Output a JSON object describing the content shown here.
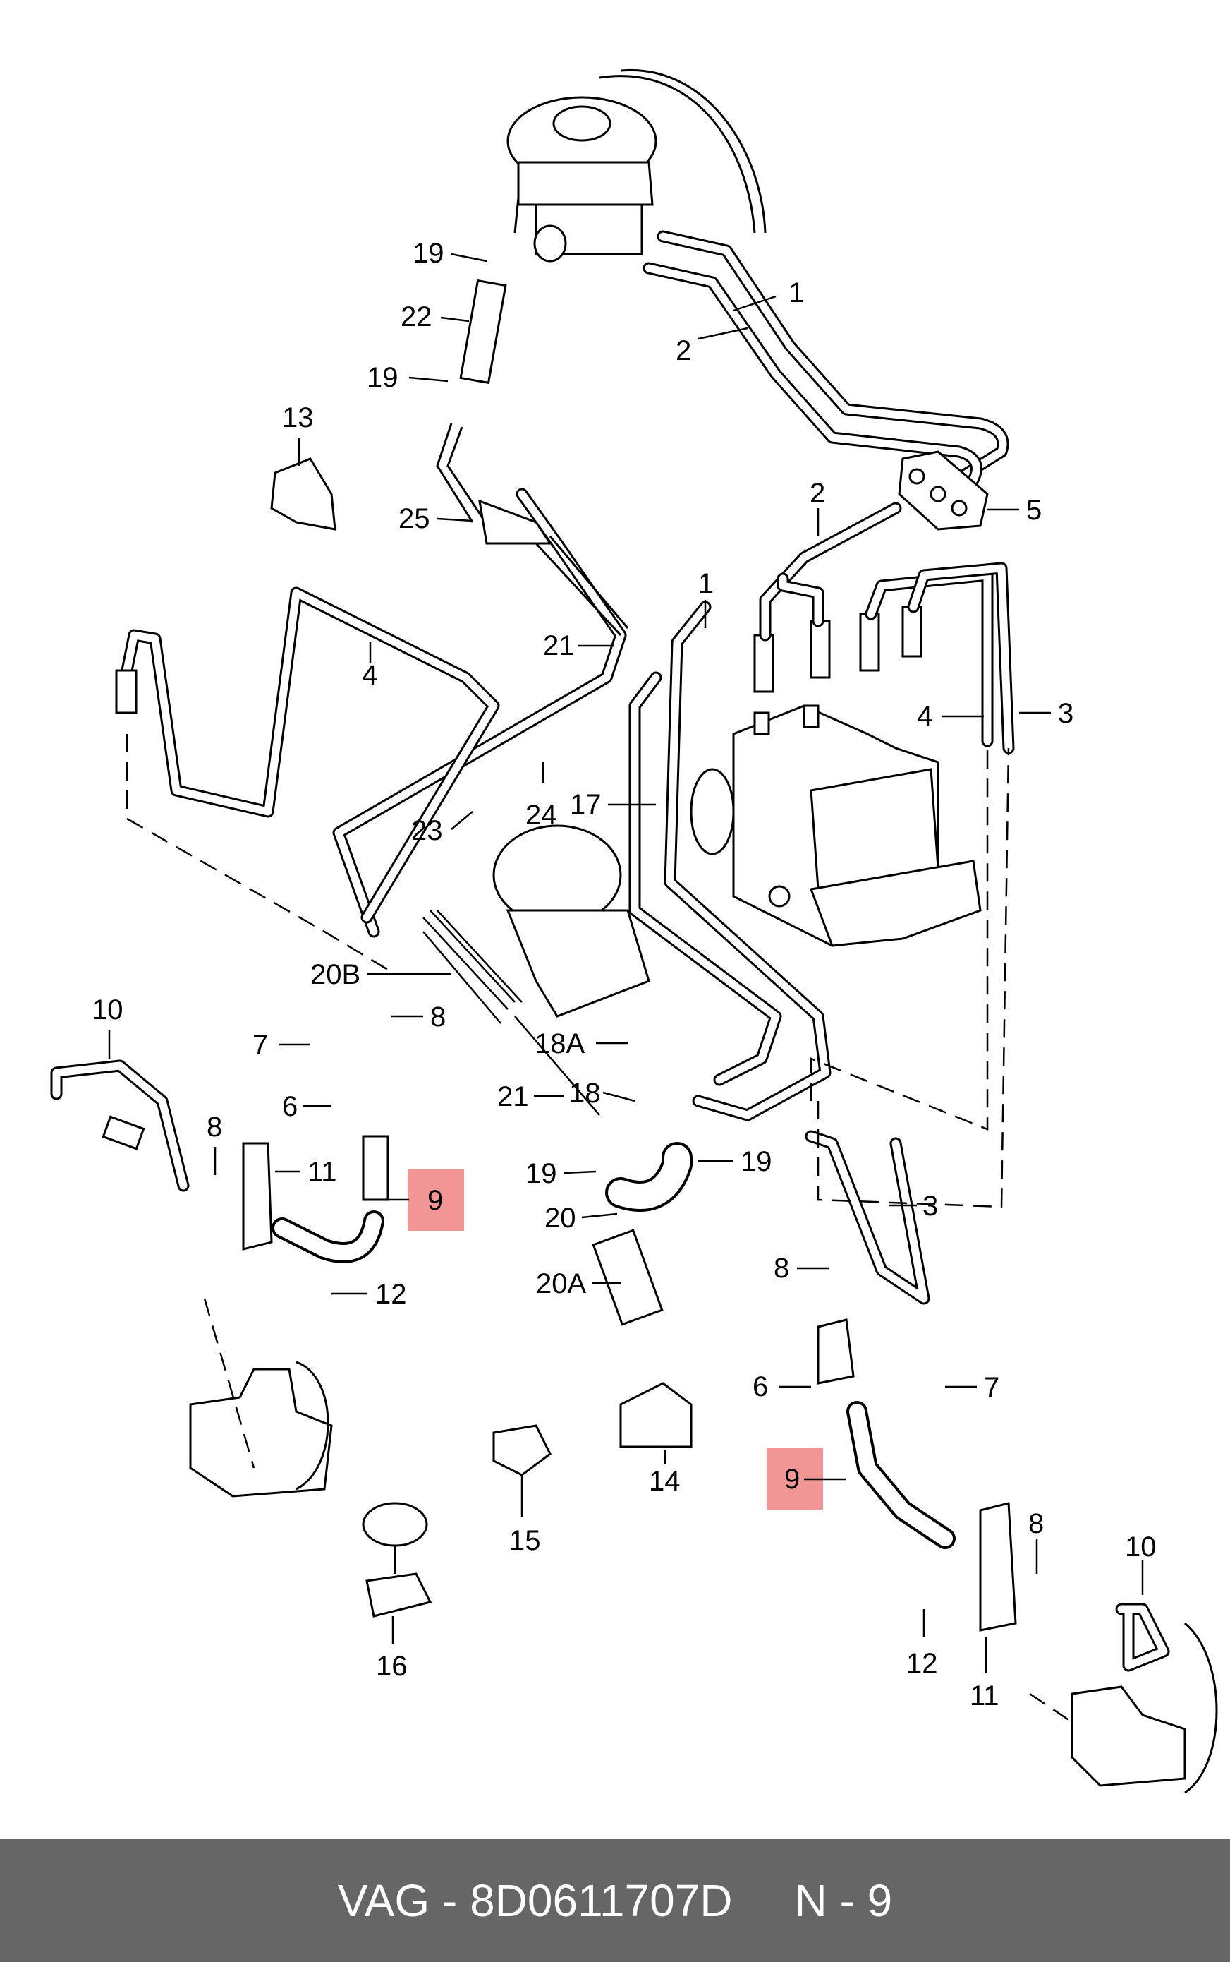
{
  "diagram": {
    "callouts": {
      "c1a": "1",
      "c2a": "2",
      "c19a": "19",
      "c22": "22",
      "c19b": "19",
      "c13": "13",
      "c25": "25",
      "c5": "5",
      "c2b": "2",
      "c1b": "1",
      "c21a": "21",
      "c4a": "4",
      "c4b": "4",
      "c3a": "3",
      "c17": "17",
      "c24": "24",
      "c23": "23",
      "c20b": "20B",
      "c8a": "8",
      "c7a": "7",
      "c10a": "10",
      "c6a": "6",
      "c18a": "18A",
      "c21b": "21",
      "c18": "18",
      "c8b": "8",
      "c11a": "11",
      "c9a": "9",
      "c19c": "19",
      "c19d": "19",
      "c20": "20",
      "c12a": "12",
      "c20a": "20A",
      "c3b": "3",
      "c8c": "8",
      "c7b": "7",
      "c6b": "6",
      "c14": "14",
      "c15": "15",
      "c9b": "9",
      "c8d": "8",
      "c10b": "10",
      "c12b": "12",
      "c11b": "11",
      "c16": "16"
    },
    "highlight_color": "#f08a8a"
  },
  "footer": {
    "brand": "VAG",
    "separator": "-",
    "part_number": "8D0611707D",
    "position_label": "N",
    "position_value": "9"
  }
}
